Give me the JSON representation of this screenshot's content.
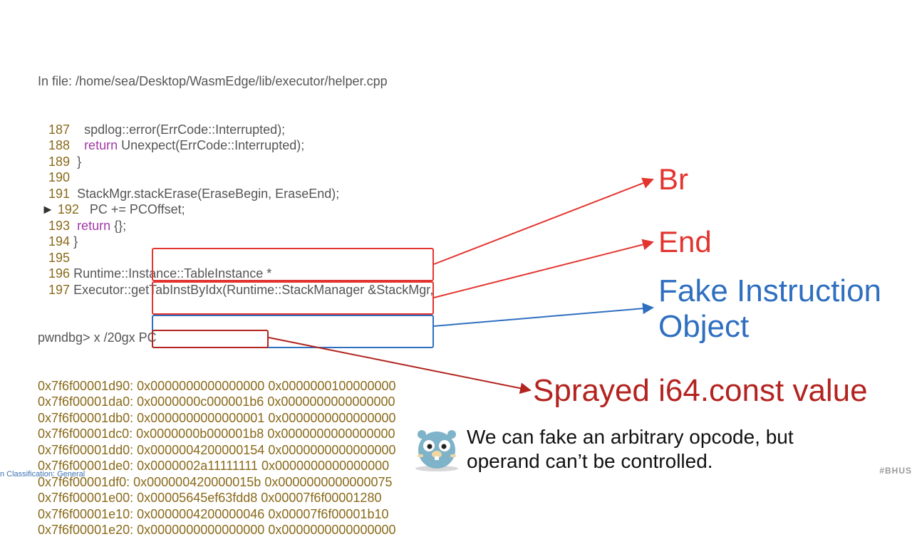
{
  "source": {
    "file_line": "In file: /home/sea/Desktop/WasmEdge/lib/executor/helper.cpp",
    "lines": [
      {
        "indent": "   ",
        "num": "187",
        "code": "    spdlog::error(ErrCode::Interrupted);",
        "kw": ""
      },
      {
        "indent": "   ",
        "num": "188",
        "code": "",
        "kw": "    return",
        "rest": " Unexpect(ErrCode::Interrupted);"
      },
      {
        "indent": "   ",
        "num": "189",
        "code": "  }",
        "kw": ""
      },
      {
        "indent": "   ",
        "num": "190",
        "code": "",
        "kw": ""
      },
      {
        "indent": "   ",
        "num": "191",
        "code": "  StackMgr.stackErase(EraseBegin, EraseEnd);",
        "kw": ""
      },
      {
        "indent": " ► ",
        "num": "192",
        "code": "   PC += PCOffset;",
        "kw": "",
        "current": true
      },
      {
        "indent": "   ",
        "num": "193",
        "code": "",
        "kw": "  return",
        "rest": " {};"
      },
      {
        "indent": "   ",
        "num": "194",
        "code": " }",
        "kw": ""
      },
      {
        "indent": "   ",
        "num": "195",
        "code": "",
        "kw": ""
      },
      {
        "indent": "   ",
        "num": "196",
        "code": " Runtime::Instance::TableInstance *",
        "kw": ""
      },
      {
        "indent": "   ",
        "num": "197",
        "code": " Executor::getTabInstByIdx(Runtime::StackManager &StackMgr,",
        "kw": ""
      }
    ],
    "command": "pwndbg> x /20gx PC"
  },
  "memory": [
    {
      "addr": "0x7f6f00001d90:",
      "v1": "0x0000000000000000",
      "v2": "0x0000000100000000"
    },
    {
      "addr": "0x7f6f00001da0:",
      "v1": "0x0000000c000001b6",
      "v2": "0x0000000000000000"
    },
    {
      "addr": "0x7f6f00001db0:",
      "v1": "0x0000000000000001",
      "v2": "0x0000000000000000"
    },
    {
      "addr": "0x7f6f00001dc0:",
      "v1": "0x0000000b000001b8",
      "v2": "0x0000000000000000"
    },
    {
      "addr": "0x7f6f00001dd0:",
      "v1": "0x0000004200000154",
      "v2": "0x0000000000000000"
    },
    {
      "addr": "0x7f6f00001de0:",
      "v1": "0x0000002a11111111",
      "v2": "0x0000000000000000"
    },
    {
      "addr": "0x7f6f00001df0:",
      "v1": "0x000000420000015b",
      "v2": "0x0000000000000075"
    },
    {
      "addr": "0x7f6f00001e00:",
      "v1": "0x00005645ef63fdd8",
      "v2": "0x00007f6f00001280"
    },
    {
      "addr": "0x7f6f00001e10:",
      "v1": "0x0000004200000046",
      "v2": "0x00007f6f00001b10"
    },
    {
      "addr": "0x7f6f00001e20:",
      "v1": "0x0000000000000000",
      "v2": "0x0000000000000000"
    }
  ],
  "annotations": {
    "br": "Br",
    "end": "End",
    "fake_line1": "Fake Instruction",
    "fake_line2": "Object",
    "sprayed": "Sprayed i64.const value"
  },
  "colors": {
    "red": "#e3342f",
    "darkred": "#b3231f",
    "blue": "#2f6fc0"
  },
  "note": {
    "line1": "We can fake an arbitrary opcode, but",
    "line2": "operand can’t be controlled."
  },
  "mascot_icon": "gopher-mascot-icon",
  "footer": {
    "left": "n Classification: General",
    "right": "#BHUS"
  }
}
